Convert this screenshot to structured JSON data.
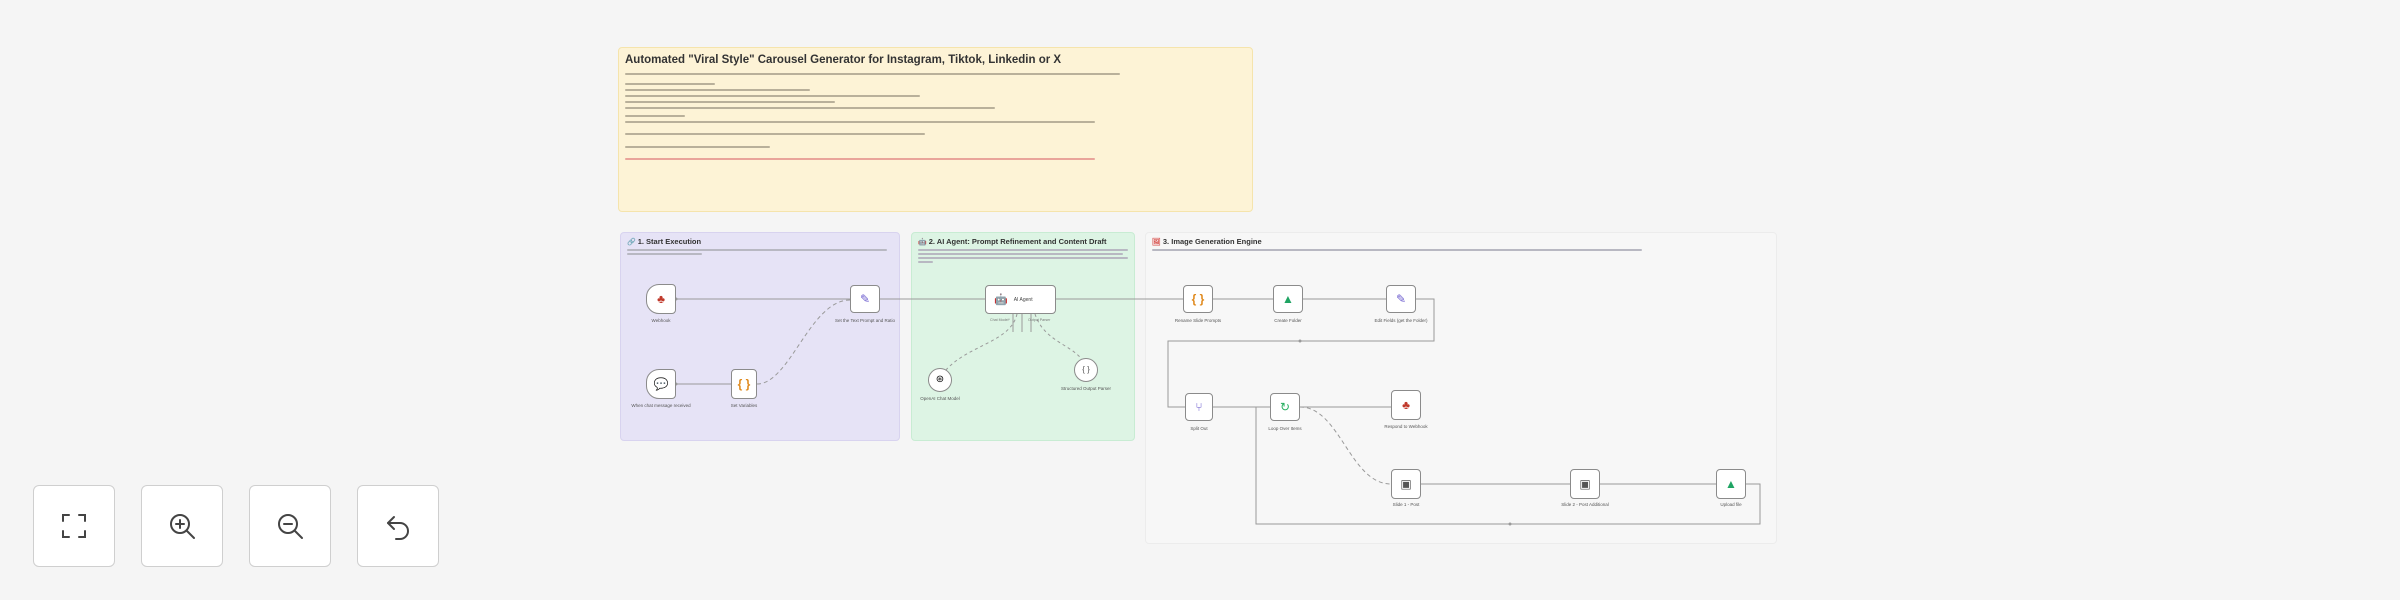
{
  "sticky_main": {
    "title": "Automated \"Viral Style\" Carousel Generator for Instagram, Tiktok, Linkedin or X"
  },
  "sections": [
    {
      "emoji": "🔗",
      "title": "1. Start Execution"
    },
    {
      "emoji": "🤖",
      "title": "2. AI Agent: Prompt Refinement and Content Draft"
    },
    {
      "emoji": "🖼",
      "title": "3. Image Generation Engine"
    }
  ],
  "nodes": [
    {
      "name": "webhook-node",
      "label": "Webhook",
      "icon": "webhook-icon"
    },
    {
      "name": "chat-trigger-node",
      "label": "When chat message received",
      "icon": "chat-icon"
    },
    {
      "name": "edit-fields-node",
      "label": "Set Variables",
      "icon": "code-icon"
    },
    {
      "name": "set-prompt-node",
      "label": "Set the Text Prompt and Ratio",
      "icon": "pencil-icon"
    },
    {
      "name": "ai-agent-node",
      "label": "AI Agent",
      "icon": "robot-icon"
    },
    {
      "name": "chat-model-node",
      "label": "OpenAI Chat Model",
      "icon": "openai-icon"
    },
    {
      "name": "output-parser-node",
      "label": "Structured Output Parser",
      "icon": "braces-icon"
    },
    {
      "name": "split-node",
      "label": "Rename Slide Prompts",
      "icon": "braces-icon"
    },
    {
      "name": "create-folder-node",
      "label": "Create Folder",
      "icon": "google-drive-icon"
    },
    {
      "name": "set-folder-node",
      "label": "Edit Fields (get the Folder)",
      "icon": "pencil-icon"
    },
    {
      "name": "split-out-node",
      "label": "Split Out",
      "icon": "split-icon"
    },
    {
      "name": "loop-node",
      "label": "Loop Over Items",
      "icon": "loop-icon"
    },
    {
      "name": "respond-node",
      "label": "Respond to Webhook",
      "icon": "webhook-icon"
    },
    {
      "name": "slide-one-node",
      "label": "Slide 1 - Post",
      "icon": "image-icon"
    },
    {
      "name": "slide-next-node",
      "label": "Slide 2 - Post Additional",
      "icon": "image-icon"
    },
    {
      "name": "upload-node",
      "label": "Upload file",
      "icon": "google-drive-icon"
    }
  ],
  "controls": [
    {
      "name": "fit-view-button",
      "icon": "fit-to-screen-icon"
    },
    {
      "name": "zoom-in-button",
      "icon": "zoom-in-icon"
    },
    {
      "name": "zoom-out-button",
      "icon": "zoom-out-icon"
    },
    {
      "name": "reset-zoom-button",
      "icon": "undo-icon"
    }
  ],
  "colors": {
    "accent_red": "#ff6d5a",
    "sticky_yellow": "#fdf3d6",
    "sticky_purple": "#e6e3f6",
    "sticky_green": "#ddf4e4"
  }
}
